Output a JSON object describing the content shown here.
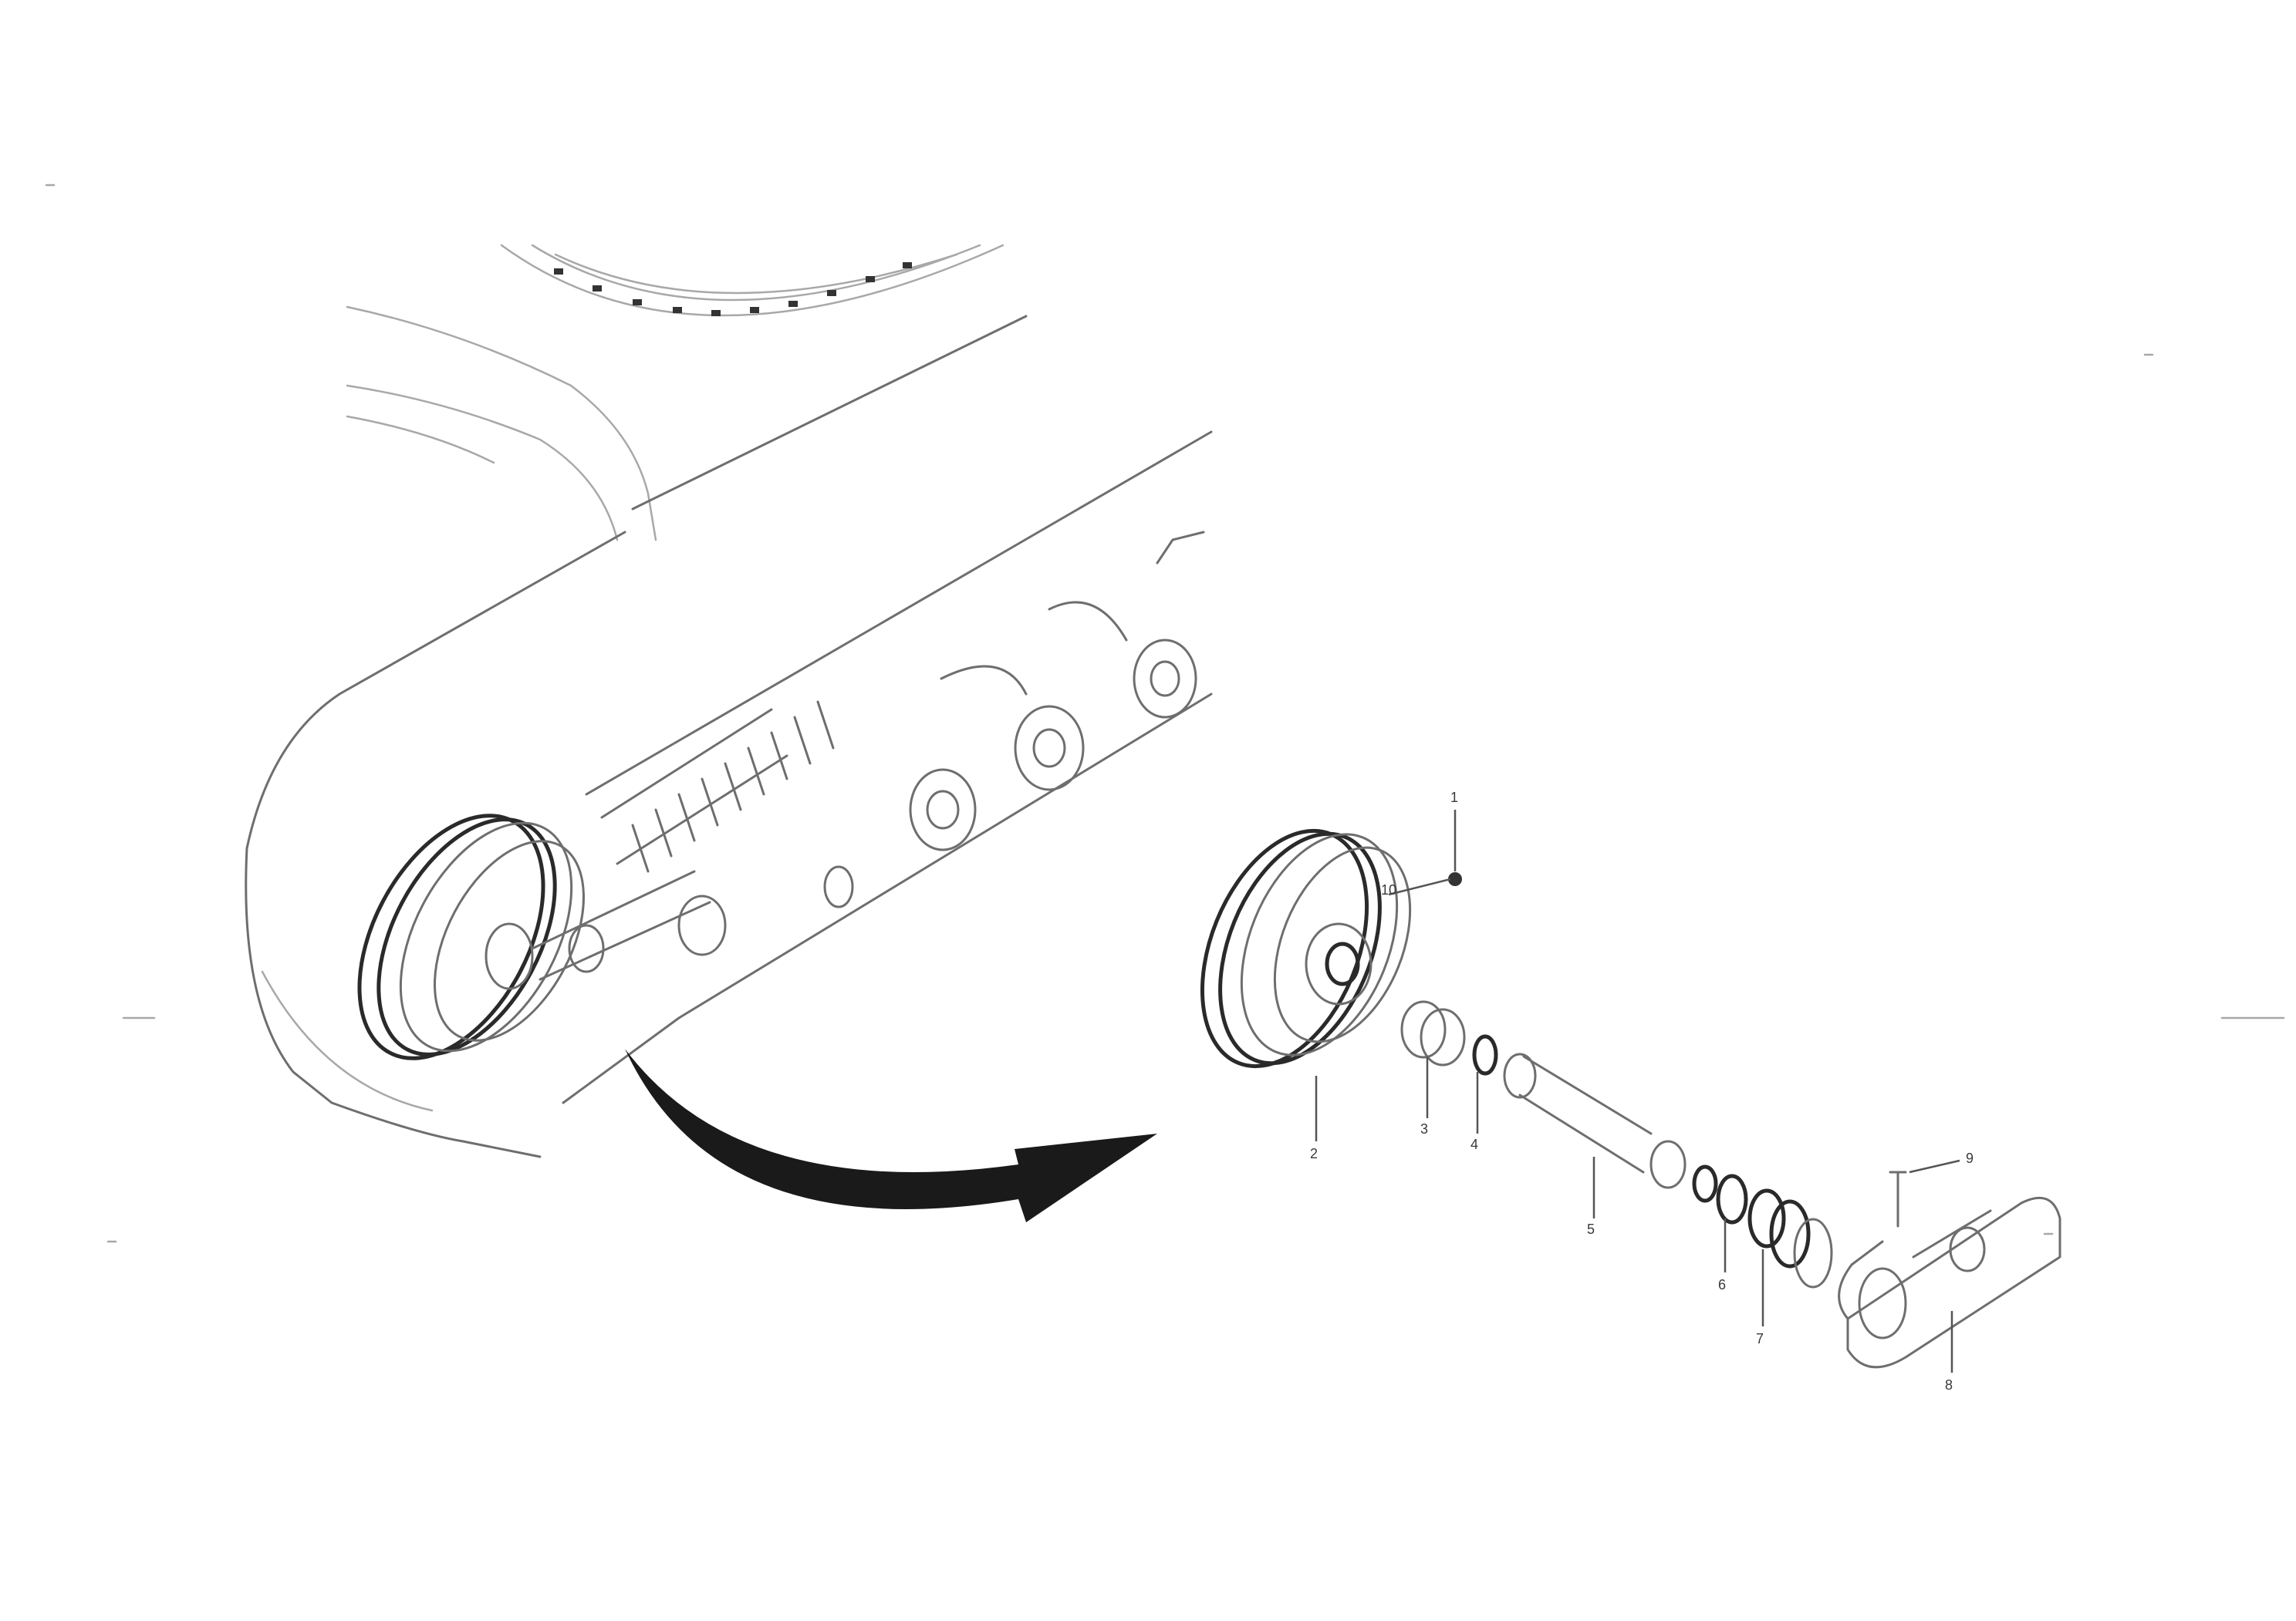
{
  "drawing": {
    "callouts": [
      "1",
      "2",
      "3",
      "4",
      "5",
      "6",
      "7",
      "8",
      "9",
      "10"
    ]
  },
  "reference": {
    "line1": "",
    "line2": "",
    "drawing_number": ""
  }
}
